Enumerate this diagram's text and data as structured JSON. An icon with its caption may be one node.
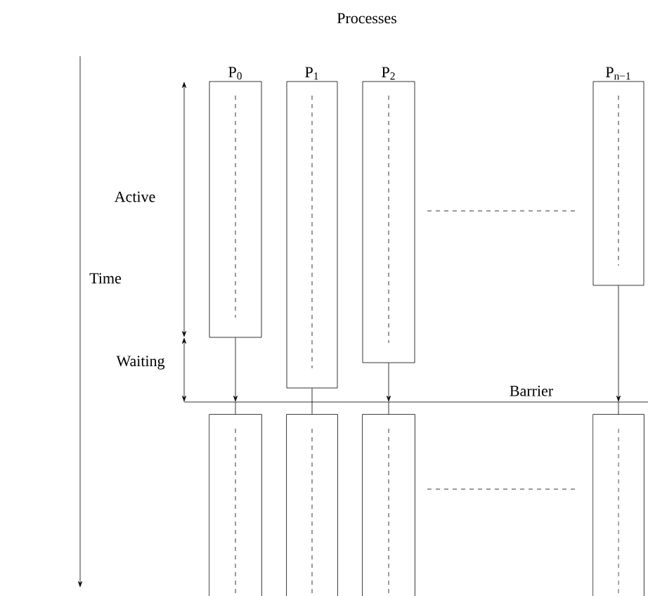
{
  "diagram": {
    "nodes": [
      {
        "text": [
          "P$_{0}$"
        ]
      },
      {
        "text": [
          "P$_{1}$"
        ]
      },
      {
        "text": [
          "P$_{2}$"
        ]
      },
      {
        "text": [
          "P$_{n−1}$"
        ]
      },
      {
        "text": [
          "Barrier"
        ]
      },
      {
        "text": [],
        "shape": "box"
      },
      {
        "text": [],
        "shape": "box"
      },
      {
        "text": [],
        "shape": "box"
      },
      {
        "text": [],
        "shape": "box"
      }
    ],
    "edges": [
      {
        "from": 0,
        "to": 4,
        "arrow": "to"
      },
      {
        "from": 1,
        "to": 4,
        "arrow": "none"
      },
      {
        "from": 2,
        "to": 4,
        "arrow": "to"
      },
      {
        "from": 3,
        "to": 4,
        "arrow": "to"
      },
      {
        "from": 4,
        "to": 5,
        "arrow": "none"
      },
      {
        "from": 4,
        "to": 6,
        "arrow": "none"
      },
      {
        "from": 4,
        "to": 7,
        "arrow": "none"
      },
      {
        "from": 4,
        "to": 8,
        "arrow": "none"
      }
    ],
    "labels": [
      "Processes",
      "Active",
      "Time",
      "Waiting"
    ]
  }
}
